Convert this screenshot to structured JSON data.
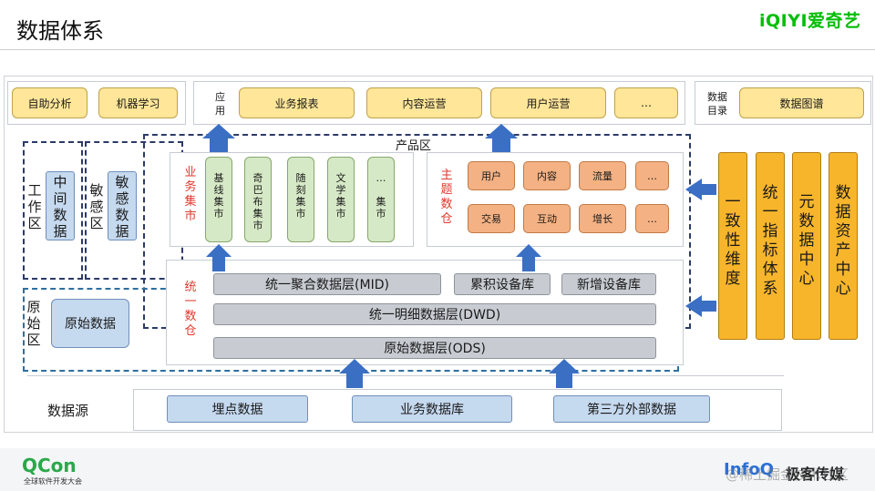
{
  "header": {
    "title": "数据体系",
    "brand": "iQIYI爱奇艺"
  },
  "top_row": {
    "tools": [
      "自助分析",
      "机器学习"
    ],
    "app_label": "应\n用",
    "apps": [
      "业务报表",
      "内容运营",
      "用户运营",
      "…"
    ],
    "catalog_label": "数据\n目录",
    "catalog_item": "数据图谱"
  },
  "product_zone_label": "产品区",
  "left_zones": {
    "work_label": "工\n作\n区",
    "work_box": "中\n间\n数\n据",
    "sensitive_label": "敏\n感\n区",
    "sensitive_box": "敏\n感\n数\n据",
    "raw_label": "原\n始\n区",
    "raw_box": "原始数据"
  },
  "business_mart": {
    "label": "业\n务\n集\n市",
    "items": [
      "基\n线\n集\n市",
      "奇\n巴\n布\n集\n市",
      "随\n刻\n集\n市",
      "文\n学\n集\n市",
      "…\n\n集\n市"
    ]
  },
  "theme_warehouse": {
    "label": "主\n题\n数\n仓",
    "row1": [
      "用户",
      "内容",
      "流量",
      "…"
    ],
    "row2": [
      "交易",
      "互动",
      "增长",
      "…"
    ]
  },
  "unified_warehouse": {
    "label": "统\n一\n数\n仓",
    "mid": "统一聚合数据层(MID)",
    "cumulative": "累积设备库",
    "new_device": "新增设备库",
    "dwd": "统一明细数据层(DWD)",
    "ods": "原始数据层(ODS)"
  },
  "sources": {
    "label": "数据源",
    "items": [
      "埋点数据",
      "业务数据库",
      "第三方外部数据"
    ]
  },
  "right_bars": [
    "一\n致\n性\n维\n度",
    "统\n一\n指\n标\n体\n系",
    "元\n数\n据\n中\n心",
    "数\n据\n资\n产\n中\n心"
  ],
  "footer": {
    "qcon": "QCon",
    "qcon_sub": "全球软件开发大会",
    "infoq": "InfoQ",
    "geek": "极客传媒",
    "watermark": "@稀土掘金技术社区"
  },
  "colors": {
    "arrow": "#3a6fc4",
    "yellow_box": "#ffe699",
    "green_mart": "#d6e9c6",
    "orange_theme": "#f4b183",
    "gray_layer": "#c8ccd2",
    "blue_source": "#c5d9ef",
    "gold_bar": "#f7b52b",
    "red_text": "#e03a2f",
    "brand_green": "#00be06"
  }
}
